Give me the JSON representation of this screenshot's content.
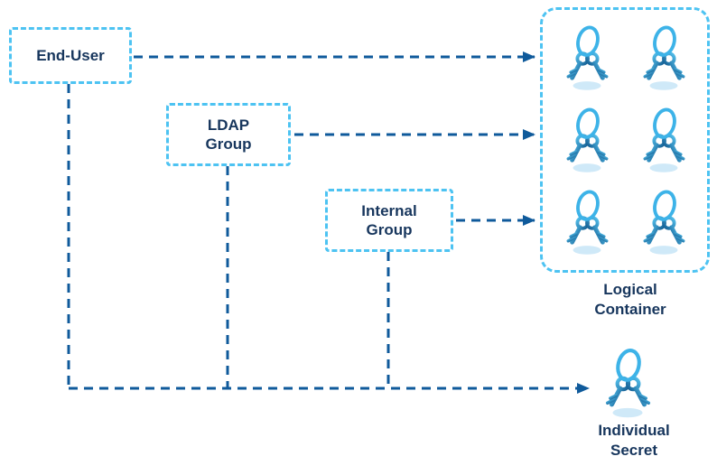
{
  "nodes": {
    "end_user": {
      "label": "End-User"
    },
    "ldap_group": {
      "label": "LDAP Group"
    },
    "internal_group": {
      "label": "Internal Group"
    }
  },
  "labels": {
    "logical_container": "Logical Container",
    "individual_secret": "Individual Secret"
  },
  "container": {
    "key_count": 6
  },
  "icons": {
    "key": "keyring-icon"
  },
  "colors": {
    "background": "#ffffff",
    "box_border": "#4dc3f2",
    "connector": "#0f5a9b",
    "text": "#17365d",
    "key_ring": "#3db3e8",
    "key_gradient_light": "#56c2ee",
    "key_gradient_dark": "#135d92",
    "key_shadow": "#cfe9f8"
  }
}
